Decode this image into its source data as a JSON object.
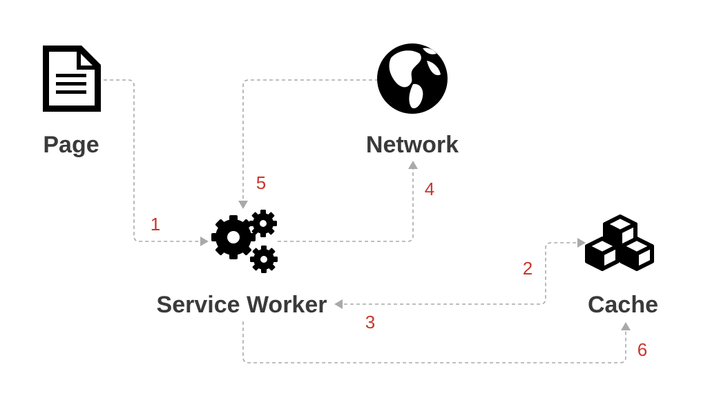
{
  "nodes": {
    "page": {
      "label": "Page",
      "icon": "document-icon"
    },
    "network": {
      "label": "Network",
      "icon": "globe-icon"
    },
    "service_worker": {
      "label": "Service Worker",
      "icon": "gears-icon"
    },
    "cache": {
      "label": "Cache",
      "icon": "cubes-icon"
    }
  },
  "steps": [
    "1",
    "2",
    "3",
    "4",
    "5",
    "6"
  ],
  "colors": {
    "label": "#3a3a3a",
    "step": "#c8372d",
    "edge": "#a9a9a9",
    "icon": "#000000"
  }
}
